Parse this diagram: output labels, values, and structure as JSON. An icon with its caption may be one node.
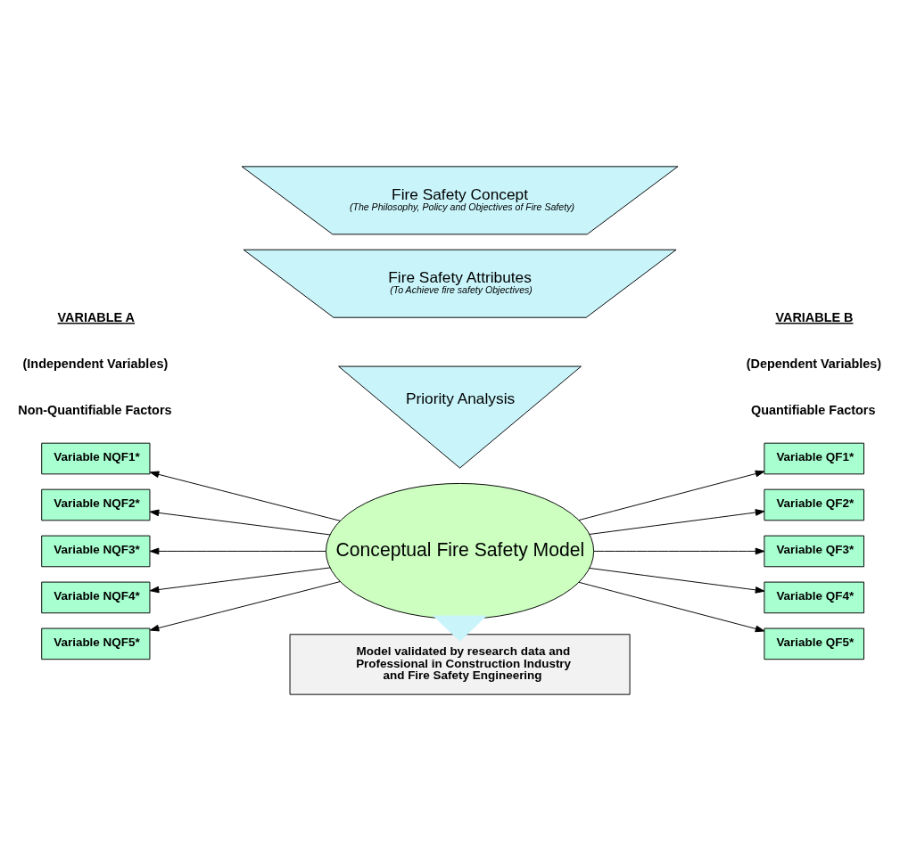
{
  "diagram": {
    "nodes": [
      {
        "text": [
          "Fire Safety Concept",
          "(The Philosophy, Policy and Objectives of Fire Safety)"
        ]
      },
      {
        "text": [
          "Fire Safety Attributes",
          "(To Achieve fire safety Objectives)"
        ]
      },
      {
        "text": [
          "Priority Analysis"
        ]
      },
      {
        "text": [
          "Conceptual Fire Safety Model"
        ]
      },
      {
        "text": [
          "Variable NQF1*"
        ]
      },
      {
        "text": [
          "Variable NQF2*"
        ]
      },
      {
        "text": [
          "Variable NQF3*"
        ]
      },
      {
        "text": [
          "Variable NQF4*"
        ]
      },
      {
        "text": [
          "Variable NQF5*"
        ]
      },
      {
        "text": [
          "Variable QF1*"
        ]
      },
      {
        "text": [
          "Variable QF2*"
        ]
      },
      {
        "text": [
          "Variable QF3*"
        ]
      },
      {
        "text": [
          "Variable QF4*"
        ]
      },
      {
        "text": [
          "Variable QF5*"
        ]
      },
      {
        "text": [
          "Model validated by research data and Professional in Construction Industry and Fire Safety Engineering"
        ]
      }
    ],
    "edges": [
      {
        "from": 3,
        "to": 4,
        "arrow": "to"
      },
      {
        "from": 3,
        "to": 5,
        "arrow": "to"
      },
      {
        "from": 3,
        "to": 6,
        "arrow": "to"
      },
      {
        "from": 3,
        "to": 7,
        "arrow": "to"
      },
      {
        "from": 3,
        "to": 8,
        "arrow": "to"
      },
      {
        "from": 3,
        "to": 9,
        "arrow": "to"
      },
      {
        "from": 3,
        "to": 10,
        "arrow": "to"
      },
      {
        "from": 3,
        "to": 11,
        "arrow": "to"
      },
      {
        "from": 3,
        "to": 12,
        "arrow": "to"
      },
      {
        "from": 3,
        "to": 13,
        "arrow": "to"
      },
      {
        "from": 3,
        "to": 14,
        "arrow": "to",
        "style": "thick",
        "color": "#c8f4fa"
      }
    ],
    "labels": [
      "VARIABLE A",
      "(Independent Variables)",
      "Non-Quantifiable Factors",
      "VARIABLE B",
      "(Dependent Variables)",
      "Quantifiable Factors"
    ]
  }
}
